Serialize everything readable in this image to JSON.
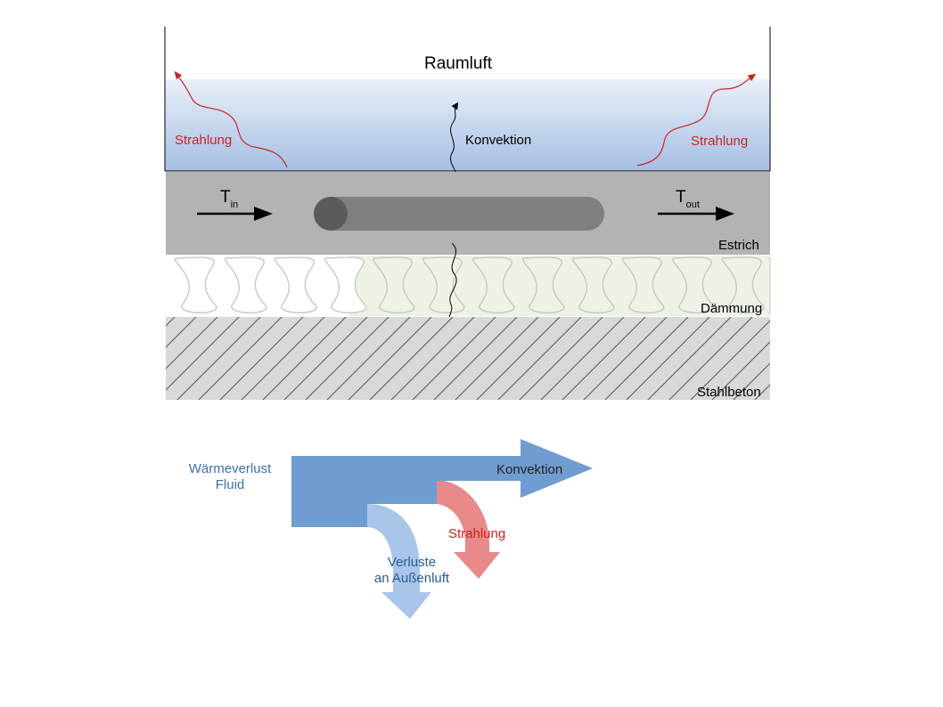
{
  "labels": {
    "room_air": "Raumluft",
    "radiation_left": "Strahlung",
    "radiation_right": "Strahlung",
    "convection_top": "Konvektion",
    "t_in_main": "T",
    "t_in_sub": "in",
    "t_out_main": "T",
    "t_out_sub": "out",
    "screed": "Estrich",
    "insulation": "Dämmung",
    "concrete": "Stahlbeton",
    "fluid_loss_line1": "Wärmeverlust",
    "fluid_loss_line2": "Fluid",
    "convection_sankey": "Konvektion",
    "radiation_sankey": "Strahlung",
    "outdoor_loss_line1": "Verluste",
    "outdoor_loss_line2": "an Außenluft"
  },
  "colors": {
    "radiation": "#cc2222",
    "label_blue": "#3d6ea8",
    "label_dark_blue": "#2a5c94",
    "sankey_main": "#6f9dd1",
    "sankey_light": "#a9c6ea",
    "sankey_red": "#e8898a",
    "screed": "#b3b3b3",
    "pipe": "#7f7f7f",
    "concrete": "#d9d9d9"
  }
}
